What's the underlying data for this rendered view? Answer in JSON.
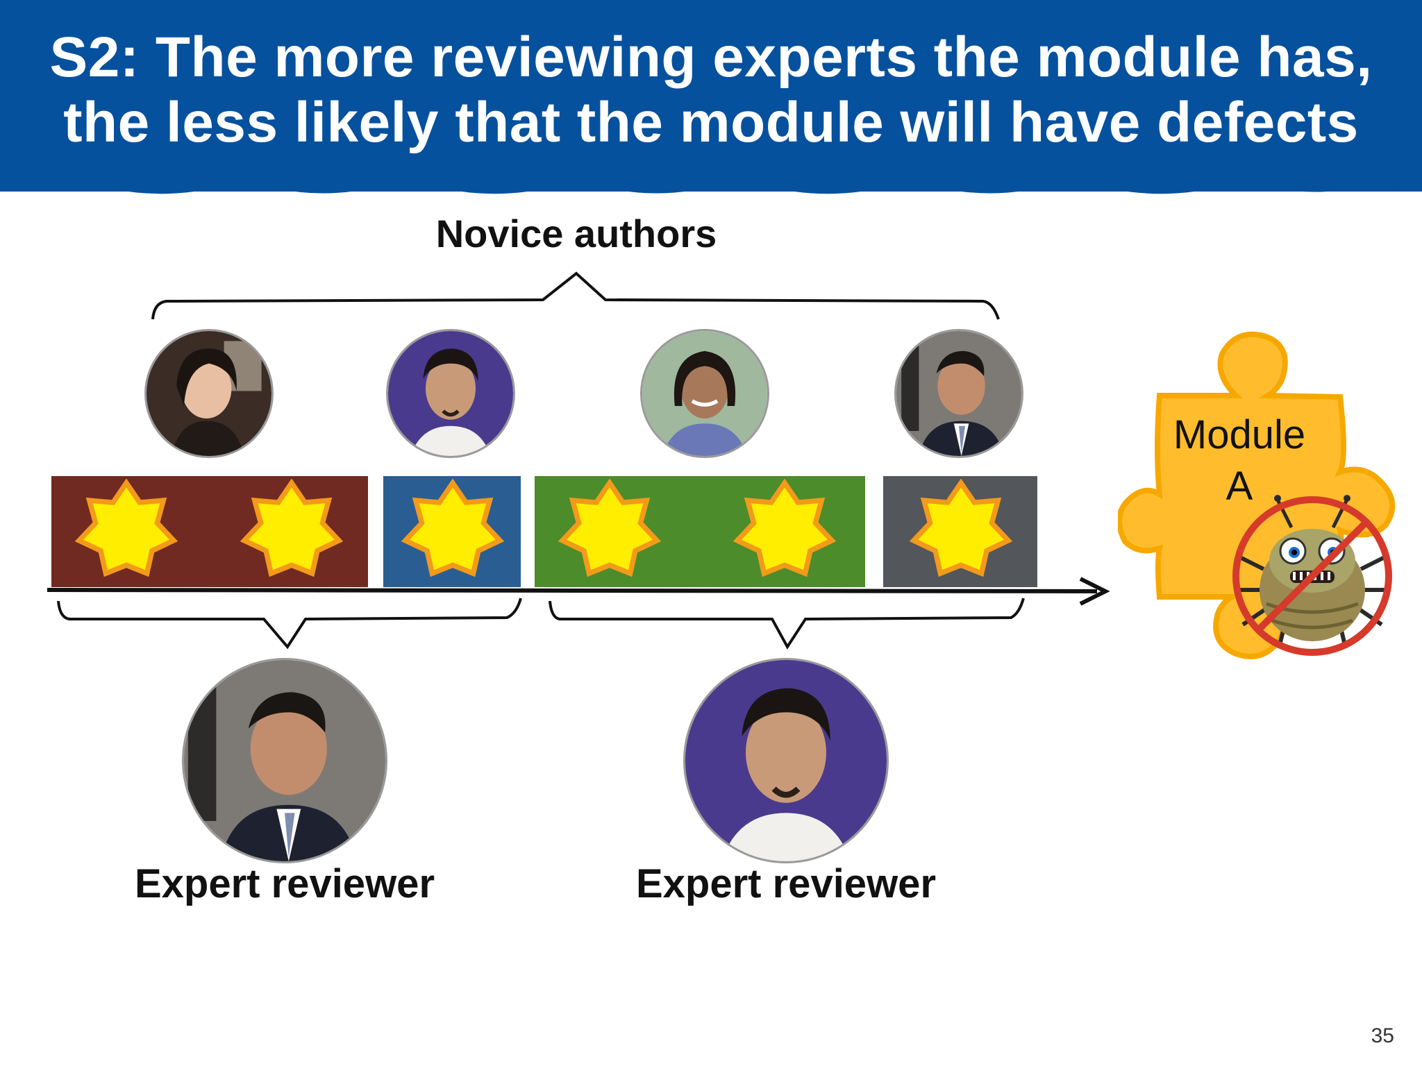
{
  "slide": {
    "title_line1": "S2: The more reviewing experts the module has,",
    "title_line2": "the less likely that the module will have defects",
    "page_number": "35"
  },
  "diagram": {
    "novice_label": "Novice authors",
    "reviewer_label_1": "Expert reviewer",
    "reviewer_label_2": "Expert reviewer",
    "module_line1": "Module",
    "module_line2": "A",
    "colors": {
      "banner": "#06519e",
      "block_1": "#702a22",
      "block_2": "#2a5e92",
      "block_3": "#4c8c2a",
      "block_4": "#53565a",
      "star_fill": "#ffee00",
      "star_stroke": "#f39a1a",
      "puzzle_fill": "#ffbd2e",
      "no_sign": "#d63a2a"
    },
    "icons": [
      "author-avatar",
      "change-star-icon",
      "timeline-arrow",
      "puzzle-piece-icon",
      "bug-icon",
      "no-sign-icon"
    ]
  }
}
